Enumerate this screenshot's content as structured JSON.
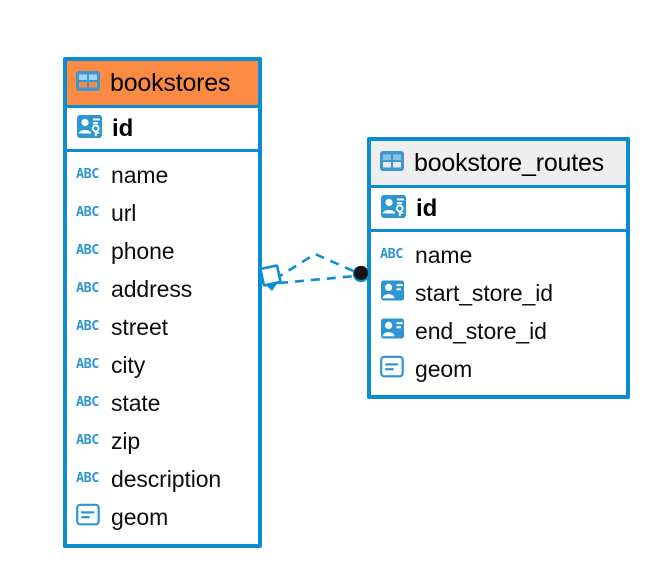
{
  "diagram": {
    "type": "entity-relationship-diagram",
    "background": "#ffffff",
    "accent_color": "#0b8ed0",
    "highlight_color": "#fb8b42",
    "entities": [
      {
        "name": "bookstores",
        "header_style": "selected-orange",
        "header_color": "#fb8b42",
        "table_icon": "table-icon",
        "primary_key": {
          "label": "id",
          "icon": "primary-key-icon"
        },
        "fields": [
          {
            "label": "name",
            "icon": "text-type-icon"
          },
          {
            "label": "url",
            "icon": "text-type-icon"
          },
          {
            "label": "phone",
            "icon": "text-type-icon"
          },
          {
            "label": "address",
            "icon": "text-type-icon"
          },
          {
            "label": "street",
            "icon": "text-type-icon"
          },
          {
            "label": "city",
            "icon": "text-type-icon"
          },
          {
            "label": "state",
            "icon": "text-type-icon"
          },
          {
            "label": "zip",
            "icon": "text-type-icon"
          },
          {
            "label": "description",
            "icon": "text-type-icon"
          },
          {
            "label": "geom",
            "icon": "geometry-type-icon"
          }
        ]
      },
      {
        "name": "bookstore_routes",
        "header_style": "grey",
        "header_color": "#eeeeee",
        "table_icon": "table-icon",
        "primary_key": {
          "label": "id",
          "icon": "primary-key-icon"
        },
        "fields": [
          {
            "label": "name",
            "icon": "text-type-icon"
          },
          {
            "label": "start_store_id",
            "icon": "foreign-key-icon"
          },
          {
            "label": "end_store_id",
            "icon": "foreign-key-icon"
          },
          {
            "label": "geom",
            "icon": "geometry-type-icon"
          }
        ]
      }
    ],
    "relationship": {
      "source_endpoint": "diamond-endpoint",
      "target_endpoint": "filled-circle-endpoint",
      "line_style": "dashed",
      "line_color": "#0b8ed0"
    },
    "icon_labels": {
      "text_type": "ABC"
    }
  }
}
